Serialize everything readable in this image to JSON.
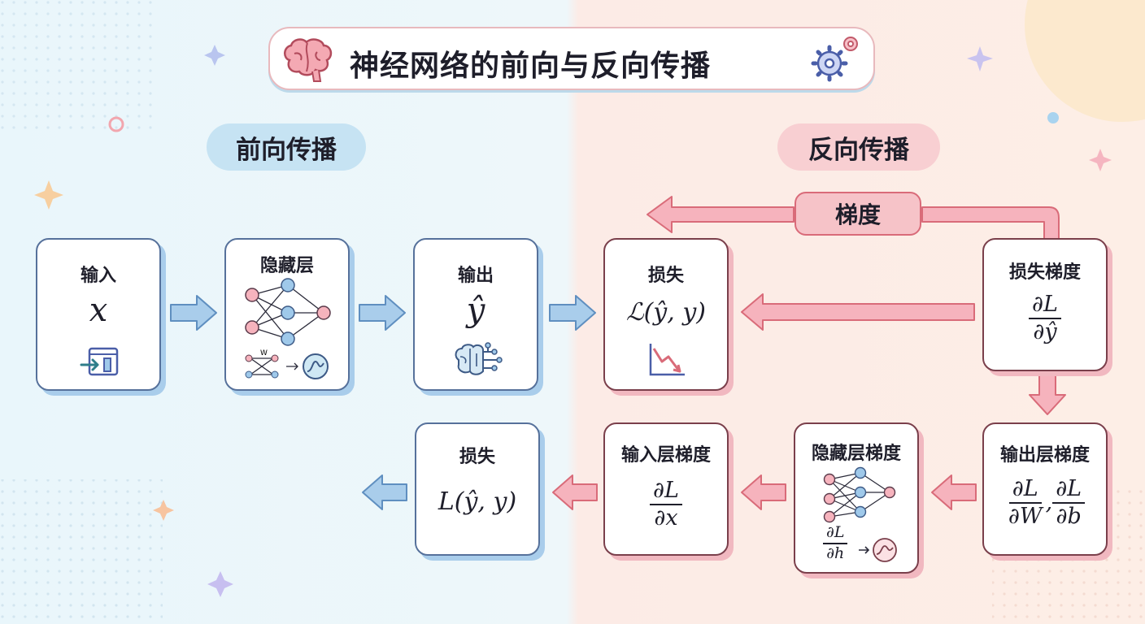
{
  "title": "神经网络的前向与反向传播",
  "forward_label": "前向传播",
  "backward_label": "反向传播",
  "gradient_label": "梯度",
  "forward": {
    "input": {
      "label": "输入",
      "symbol": "x"
    },
    "hidden": {
      "label": "隐藏层",
      "weight_label": "W"
    },
    "output": {
      "label": "输出",
      "symbol": "ŷ"
    }
  },
  "loss_top": {
    "label": "损失",
    "symbol": "ℒ(ŷ, y)"
  },
  "loss_gradient": {
    "label": "损失梯度",
    "num": "∂L",
    "den": "∂ŷ"
  },
  "output_gradient": {
    "label": "输出层梯度",
    "num1": "∂L",
    "den1": "∂W",
    "sep": ",",
    "num2": "∂L",
    "den2": "∂b"
  },
  "hidden_gradient": {
    "label": "隐藏层梯度",
    "num": "∂L",
    "den": "∂h"
  },
  "input_gradient": {
    "label": "输入层梯度",
    "num": "∂L",
    "den": "∂x"
  },
  "loss_bottom": {
    "label": "损失",
    "symbol": "L(ŷ, y)"
  },
  "colors": {
    "forward_accent": "#a9cdeb",
    "backward_accent": "#f1b8c0",
    "arrow_red": "#f4a7b2",
    "arrow_blue": "#9fc9ea"
  }
}
